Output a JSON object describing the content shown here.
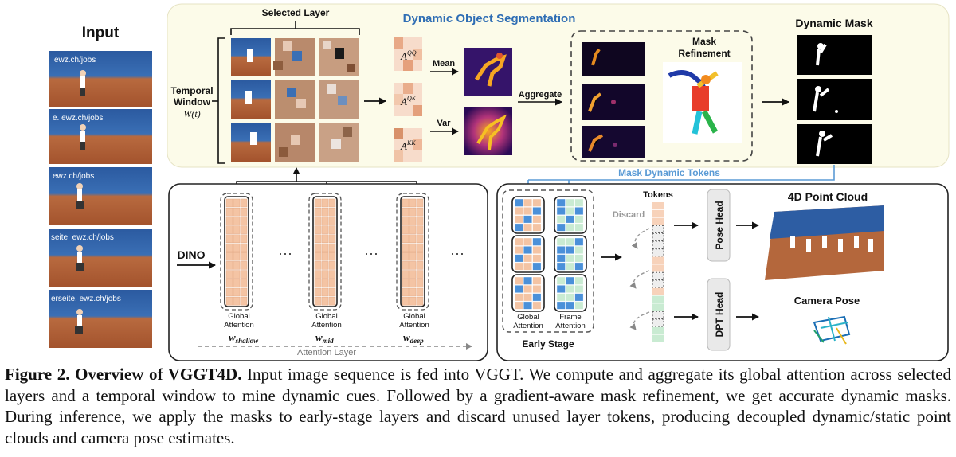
{
  "input": {
    "title": "Input"
  },
  "top_panel": {
    "title": "Dynamic Object Segmentation",
    "selected_layer": "Selected Layer",
    "temporal_window_line1": "Temporal",
    "temporal_window_line2": "Window",
    "temporal_window_symbol": "W(t)",
    "attn_qq": "A",
    "attn_qq_sup": "QQ",
    "attn_qk": "A",
    "attn_qk_sup": "QK",
    "attn_kk": "A",
    "attn_kk_sup": "KK",
    "mean": "Mean",
    "var": "Var",
    "aggregate": "Aggregate",
    "mask_refinement_line1": "Mask",
    "mask_refinement_line2": "Refinement",
    "dynamic_mask": "Dynamic Mask",
    "mask_dynamic_tokens": "Mask Dynamic Tokens"
  },
  "left_panel": {
    "dino": "DINO",
    "global_attention_line1": "Global",
    "global_attention_line2": "Attention",
    "w_shallow": "w",
    "w_shallow_sub": "shallow",
    "w_mid": "w",
    "w_mid_sub": "mid",
    "w_deep": "w",
    "w_deep_sub": "deep",
    "dots": "···",
    "attention_layer": "Attention Layer"
  },
  "right_panel": {
    "tokens": "Tokens",
    "discard": "Discard",
    "global_attention_line1": "Global",
    "global_attention_line2": "Attention",
    "frame_attention_line1": "Frame",
    "frame_attention_line2": "Attention",
    "early_stage": "Early Stage",
    "pose_head": "Pose Head",
    "dpt_head": "DPT Head",
    "point_cloud": "4D Point Cloud",
    "camera_pose": "Camera Pose"
  },
  "caption": {
    "label": "Figure 2.",
    "title": "Overview of VGGT4D.",
    "text": "Input image sequence is fed into VGGT. We compute and aggregate its global attention across selected layers and a temporal window to mine dynamic cues. Followed by a gradient-aware mask refinement, we get accurate dynamic masks. During inference, we apply the masks to early-stage layers and discard unused layer tokens, producing decoupled dynamic/static point clouds and camera pose estimates."
  },
  "colors": {
    "panel_bg": "#fcfbe9",
    "title_blue": "#2e6db4",
    "token_peach": "#f4c4a4",
    "token_blue": "#4a90d9",
    "token_green": "#c9ebd2",
    "court_clay": "#b5653c",
    "wall_blue": "#27569b"
  }
}
